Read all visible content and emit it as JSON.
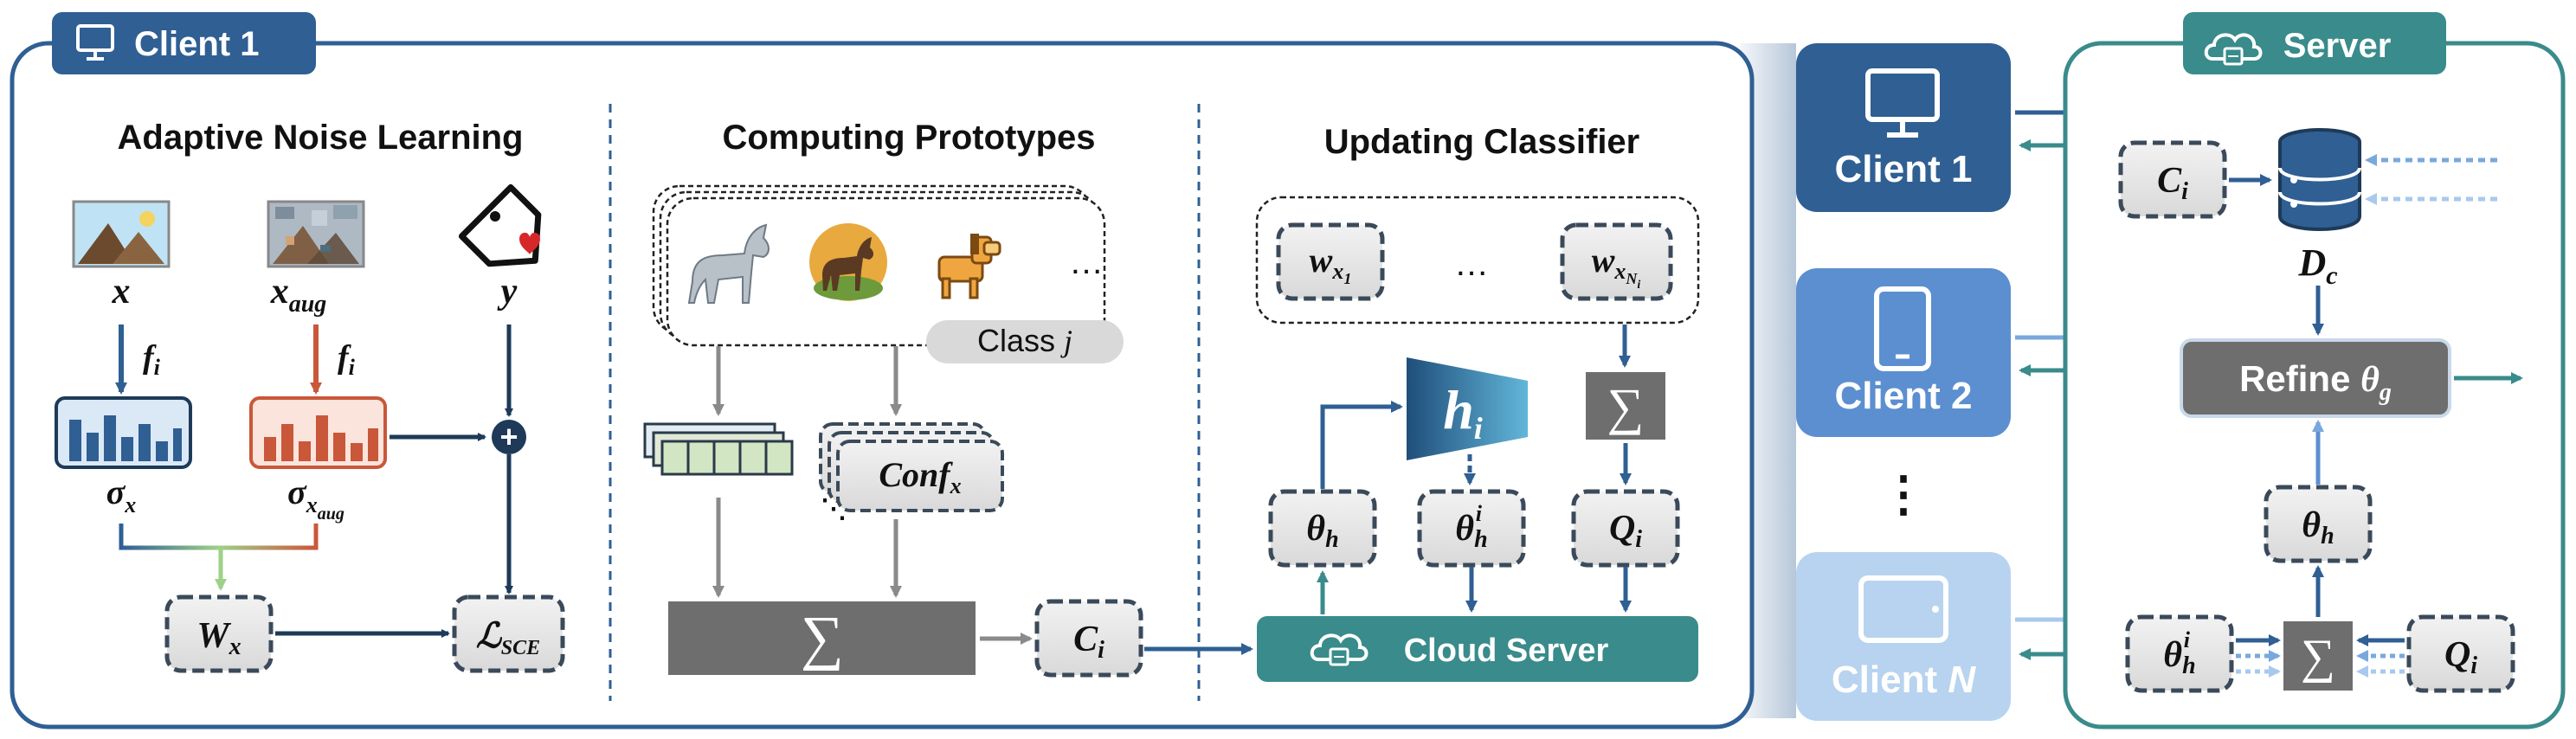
{
  "colors": {
    "client_blue": "#2f5f93",
    "client2_blue": "#5b8fd0",
    "clientN_blue": "#b8d3ef",
    "server_teal": "#3a8b8b",
    "orange": "#c9573a",
    "dark_arrow": "#1e3a58",
    "grey_box": "#6e6e6e"
  },
  "client_panel": {
    "title": "Client 1",
    "icon": "monitor-icon",
    "anl": {
      "title": "Adaptive Noise Learning",
      "x": "x",
      "x_aug": "x",
      "x_aug_sub": "aug",
      "y": "y",
      "f_i": "f",
      "f_i_sub": "i",
      "sigma_x": "σ",
      "sigma_x_sub": "x",
      "sigma_aug": "σ",
      "sigma_aug_sub": "x",
      "sigma_aug_subsub": "aug",
      "plus": "+",
      "w_x": "W",
      "w_x_sub": "x",
      "loss": "ℒ",
      "loss_sub": "SCE",
      "image_icon": "landscape-image-icon",
      "aug_icon": "augmented-image-icon",
      "tag_icon": "heart-tag-icon"
    },
    "proto": {
      "title": "Computing Prototypes",
      "ellipsis": "…",
      "class_label": "Class",
      "class_var": "j",
      "conf": "Conf",
      "conf_sub": "x",
      "sum": "∑",
      "c_i": "C",
      "c_i_sub": "i",
      "animals": [
        "grey-horse-icon",
        "brown-horse-icon",
        "cartoon-horse-icon"
      ]
    },
    "classifier": {
      "title": "Updating Classifier",
      "w1": "w",
      "w1_sub": "x",
      "w1_subsub": "1",
      "ellipsis": "…",
      "wn": "w",
      "wn_sub": "x",
      "wn_subsub": "N",
      "wn_subsubsub": "i",
      "h_i": "h",
      "h_i_sub": "i",
      "sum": "∑",
      "theta_h": "θ",
      "theta_h_sub": "h",
      "theta_hi": "θ",
      "theta_hi_sub": "h",
      "theta_hi_sup": "i",
      "q_i": "Q",
      "q_i_sub": "i",
      "cloud_server": "Cloud Server",
      "cloud_icon": "cloud-server-icon"
    }
  },
  "clients": [
    {
      "label": "Client 1",
      "icon": "monitor-icon"
    },
    {
      "label": "Client 2",
      "icon": "phone-icon"
    },
    {
      "label": "⋮"
    },
    {
      "label": "Client ",
      "label_var": "N",
      "icon": "tablet-icon"
    }
  ],
  "server": {
    "title": "Server",
    "icon": "cloud-server-icon",
    "c_i": "C",
    "c_i_sub": "i",
    "d_c": "D",
    "d_c_sub": "c",
    "refine": "Refine ",
    "refine_theta": "θ",
    "refine_theta_sub": "g",
    "theta_h": "θ",
    "theta_h_sub": "h",
    "theta_hi": "θ",
    "theta_hi_sub": "h",
    "theta_hi_sup": "i",
    "sum": "∑",
    "q_i": "Q",
    "q_i_sub": "i",
    "db_icon": "database-icon"
  }
}
